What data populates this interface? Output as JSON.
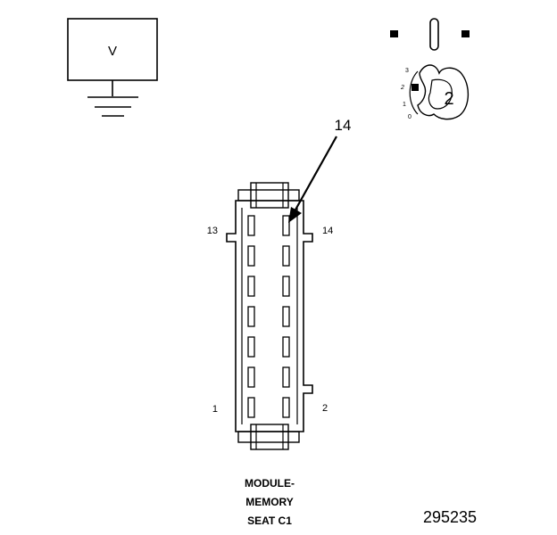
{
  "voltmeter": {
    "label": "V"
  },
  "probe": {
    "dial_marks": [
      "3",
      "2",
      "1",
      "0"
    ],
    "dial_setting": "2"
  },
  "callout": {
    "label": "14"
  },
  "connector": {
    "pin_labels": {
      "top_left": "13",
      "top_right": "14",
      "bottom_left": "1",
      "bottom_right": "2"
    },
    "caption_lines": [
      "MODULE-",
      "MEMORY",
      "SEAT C1"
    ]
  },
  "figure_number": "295235",
  "colors": {
    "line": "#000000",
    "background": "#ffffff"
  }
}
